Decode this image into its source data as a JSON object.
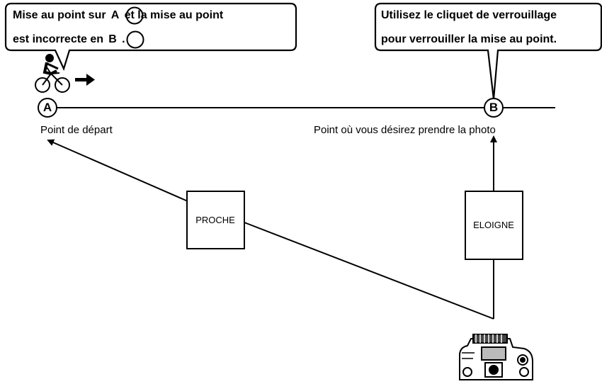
{
  "callout_left": {
    "line1_before": "Mise au point sur",
    "line1_marker": "A",
    "line1_after": "et la mise au point",
    "line2_before": "est incorrecte en",
    "line2_marker": "B",
    "line2_after": "."
  },
  "callout_right": {
    "line1": "Utilisez le cliquet de verrouillage",
    "line2": "pour verrouiller la mise au point."
  },
  "point_a": {
    "marker": "A",
    "label": "Point de départ"
  },
  "point_b": {
    "marker": "B",
    "label": "Point où vous désirez prendre la photo"
  },
  "box_near": {
    "label": "PROCHE"
  },
  "box_far": {
    "label": "ELOIGNE"
  },
  "icons": [
    "cyclist-icon",
    "direction-arrow-icon",
    "camera-icon"
  ]
}
